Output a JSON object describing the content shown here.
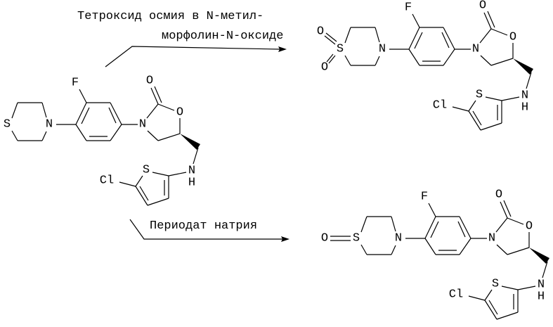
{
  "reactions": [
    {
      "reagent_lines": [
        "Тетроксид осмия в N-метил-",
        "морфолин-N-оксиде"
      ]
    },
    {
      "reagent_lines": [
        "Периодат натрия"
      ]
    }
  ],
  "molecules": {
    "starting_material": {
      "atoms": {
        "ring_s": "S",
        "ring_n": "N",
        "f": "F",
        "ox_n": "N",
        "carbonyl_o": "O",
        "ring_o": "O",
        "nh_n": "N",
        "nh_h": "H",
        "thio_s": "S",
        "cl": "Cl"
      }
    },
    "sulfone_product": {
      "atoms": {
        "ring_s": "S",
        "ring_n": "N",
        "f": "F",
        "ox_n": "N",
        "carbonyl_o": "O",
        "ring_o": "O",
        "nh_n": "N",
        "nh_h": "H",
        "thio_s": "S",
        "cl": "Cl",
        "s_oxo_1": "O",
        "s_oxo_2": "O"
      }
    },
    "sulfoxide_product": {
      "atoms": {
        "ring_s": "S",
        "ring_n": "N",
        "f": "F",
        "ox_n": "N",
        "carbonyl_o": "O",
        "ring_o": "O",
        "nh_n": "N",
        "nh_h": "H",
        "thio_s": "S",
        "cl": "Cl",
        "s_oxo": "O"
      }
    }
  }
}
